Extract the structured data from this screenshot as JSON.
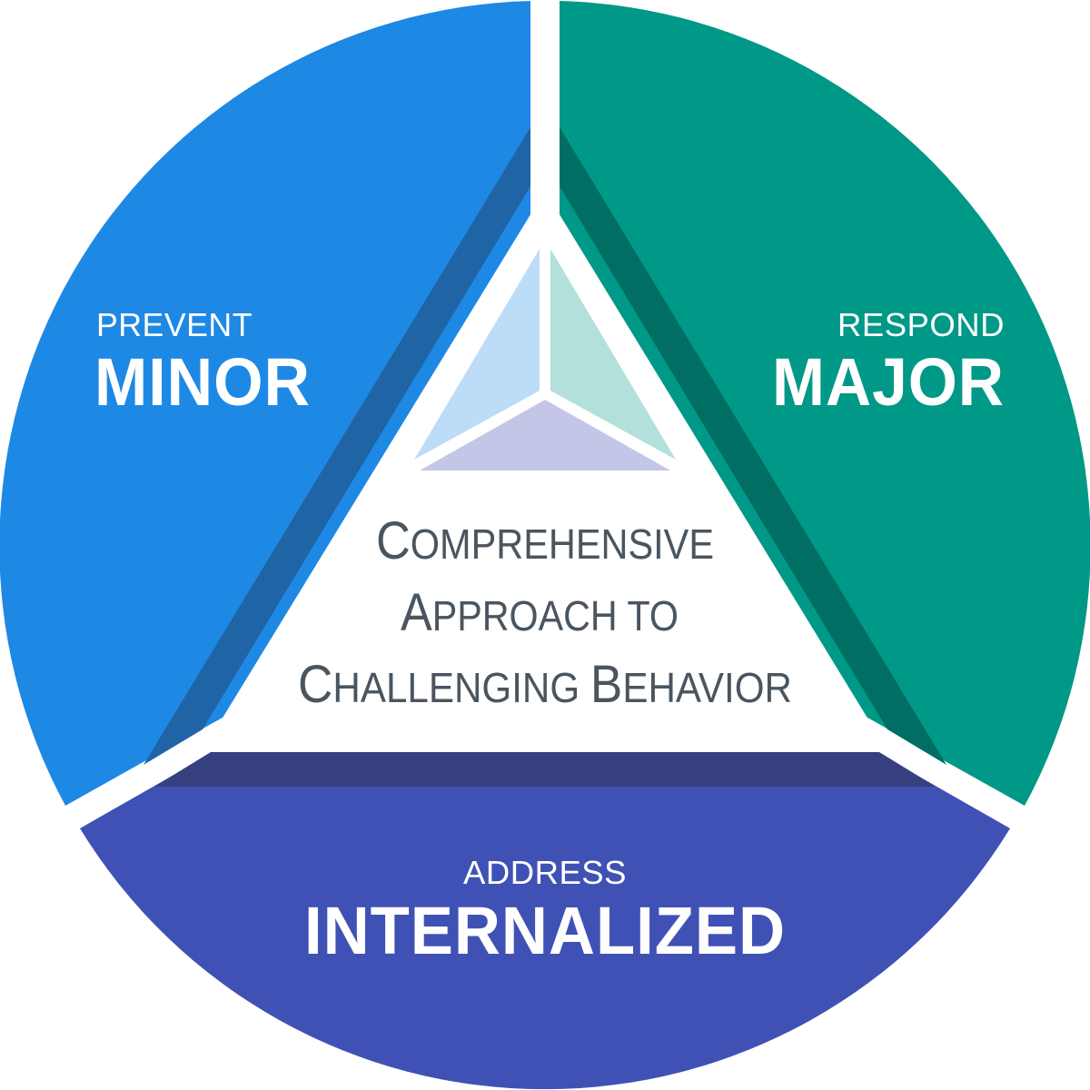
{
  "colors": {
    "prevent": "#1e88e5",
    "prevent_shadow": "#1f64a5",
    "respond": "#009886",
    "respond_shadow": "#006e63",
    "address": "#4051b5",
    "address_shadow": "#36407f",
    "center_text": "#4a5560",
    "icon_left": "#bcdcf8",
    "icon_right": "#b3e0da",
    "icon_bottom": "#c4c6e8"
  },
  "segments": {
    "prevent": {
      "small": "PREVENT",
      "big": "MINOR"
    },
    "respond": {
      "small": "RESPOND",
      "big": "MAJOR"
    },
    "address": {
      "small": "ADDRESS",
      "big": "INTERNALIZED"
    }
  },
  "center": {
    "line1": "Comprehensive",
    "line2": "Approach to",
    "line3": "Challenging Behavior"
  },
  "icons": {
    "center_logo": "tri-facet-pyramid-icon"
  }
}
